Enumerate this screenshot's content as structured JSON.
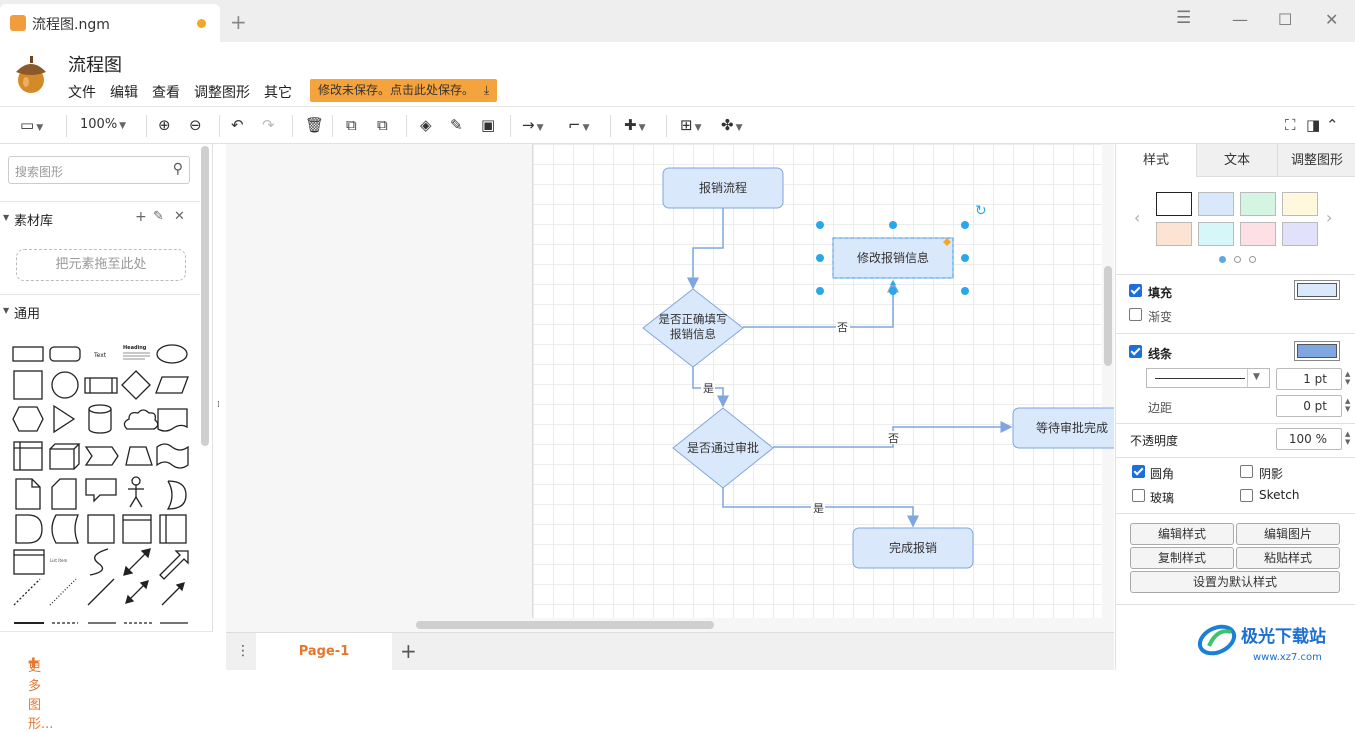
{
  "tab": {
    "title": "流程图.ngm",
    "new_tab": "+"
  },
  "window": {
    "menu": "☰",
    "minimize": "—",
    "maximize": "☐",
    "close": "✕"
  },
  "header": {
    "app_name": "流程图",
    "menus": [
      "文件",
      "编辑",
      "查看",
      "调整图形",
      "其它"
    ],
    "save_notice": "修改未保存。点击此处保存。"
  },
  "toolbar": {
    "zoom": "100%"
  },
  "sidebar": {
    "search_placeholder": "搜索图形",
    "library_title": "素材库",
    "dropzone": "把元素拖至此处",
    "general_title": "通用",
    "more_shapes": "更多图形...",
    "shape_texts": {
      "text": "Text",
      "heading": "Heading",
      "list": "List Item"
    }
  },
  "diagram": {
    "nodes": {
      "start": "报销流程",
      "check_fill": "是否正确填写\n报销信息",
      "modify": "修改报销信息",
      "approve": "是否通过审批",
      "wait": "等待审批完成",
      "done": "完成报销"
    },
    "edges": {
      "no1": "否",
      "yes1": "是",
      "no2": "否",
      "yes2": "是"
    }
  },
  "pages": {
    "current": "Page-1",
    "add": "+"
  },
  "right_panel": {
    "tabs": [
      "样式",
      "文本",
      "调整图形"
    ],
    "swatches": [
      "#ffffff",
      "#dae8fc",
      "#d5f5e3",
      "#fff8dc",
      "#fde3d3",
      "#d7f6f7",
      "#fde0e6",
      "#e1e1fb"
    ],
    "fill_label": "填充",
    "fill_color": "#dae8fc",
    "gradient_label": "渐变",
    "line_label": "线条",
    "line_color": "#7ea6e0",
    "line_width": "1 pt",
    "spacing_label": "边距",
    "spacing_value": "0 pt",
    "opacity_label": "不透明度",
    "opacity_value": "100 %",
    "rounded_label": "圆角",
    "shadow_label": "阴影",
    "glass_label": "玻璃",
    "sketch_label": "Sketch",
    "buttons": {
      "edit_style": "编辑样式",
      "edit_image": "编辑图片",
      "copy_style": "复制样式",
      "paste_style": "粘贴样式",
      "set_default": "设置为默认样式"
    }
  },
  "watermark": {
    "brand": "极光下载站",
    "url": "www.xz7.com"
  }
}
